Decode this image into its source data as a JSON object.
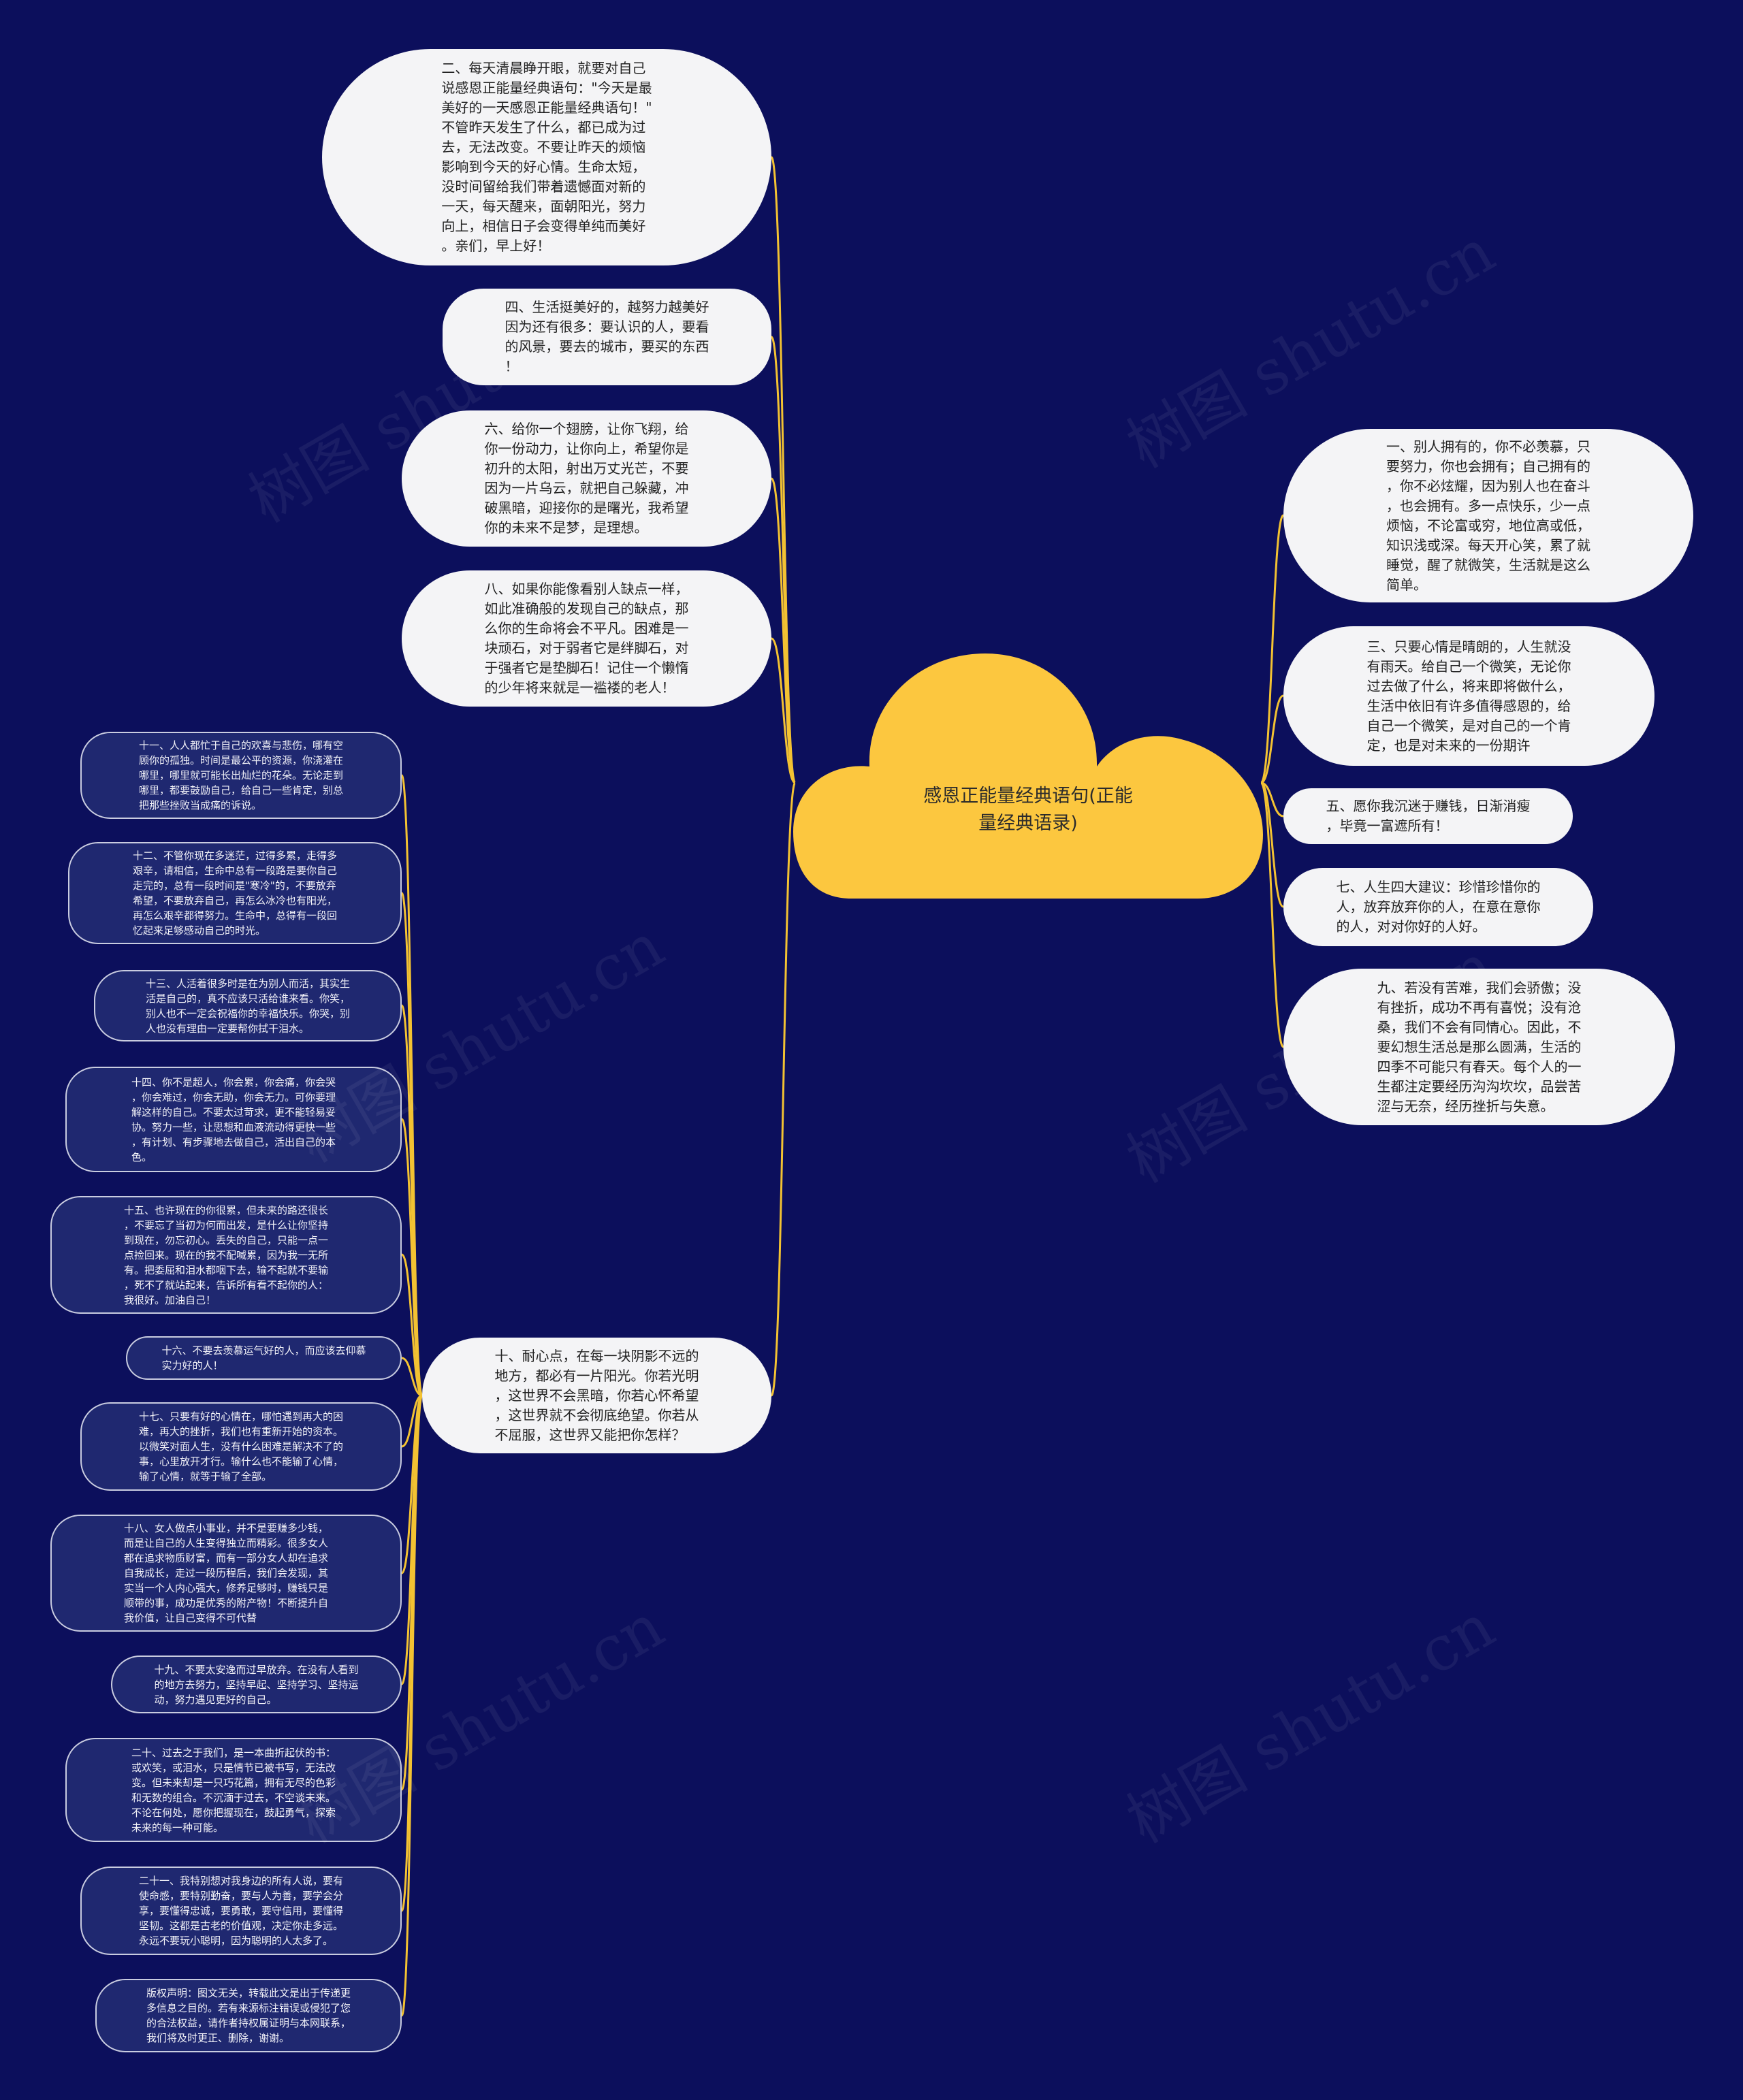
{
  "center": {
    "label": "感恩正能量经典语句(正能\n量经典语录)"
  },
  "left_nodes": [
    {
      "text": "二、每天清晨睁开眼，就要对自己\n说感恩正能量经典语句：\"今天是最\n美好的一天感恩正能量经典语句！\"\n不管昨天发生了什么，都已成为过\n去，无法改变。不要让昨天的烦恼\n影响到今天的好心情。生命太短，\n没时间留给我们带着遗憾面对新的\n一天，每天醒来，面朝阳光，努力\n向上，相信日子会变得单纯而美好\n。亲们，早上好！"
    },
    {
      "text": "四、生活挺美好的，越努力越美好\n因为还有很多：要认识的人，要看\n的风景，要去的城市，要买的东西\n！"
    },
    {
      "text": "六、给你一个翅膀，让你飞翔，给\n你一份动力，让你向上，希望你是\n初升的太阳，射出万丈光芒，不要\n因为一片乌云，就把自己躲藏，冲\n破黑暗，迎接你的是曙光，我希望\n你的未来不是梦，是理想。"
    },
    {
      "text": "八、如果你能像看别人缺点一样，\n如此准确般的发现自己的缺点，那\n么你的生命将会不平凡。困难是一\n块顽石，对于弱者它是绊脚石，对\n于强者它是垫脚石！记住一个懒惰\n的少年将来就是一褴褛的老人！"
    },
    {
      "text": "十、耐心点，在每一块阴影不远的\n地方，都必有一片阳光。你若光明\n，这世界不会黑暗，你若心怀希望\n，这世界就不会彻底绝望。你若从\n不屈服，这世界又能把你怎样？"
    }
  ],
  "right_nodes": [
    {
      "text": "一、别人拥有的，你不必羡慕，只\n要努力，你也会拥有；自己拥有的\n，你不必炫耀，因为别人也在奋斗\n，也会拥有。多一点快乐，少一点\n烦恼，不论富或穷，地位高或低，\n知识浅或深。每天开心笑，累了就\n睡觉，醒了就微笑，生活就是这么\n简单。"
    },
    {
      "text": "三、只要心情是晴朗的，人生就没\n有雨天。给自己一个微笑，无论你\n过去做了什么，将来即将做什么，\n生活中依旧有许多值得感恩的，给\n自己一个微笑，是对自己的一个肯\n定，也是对未来的一份期许"
    },
    {
      "text": "五、愿你我沉迷于赚钱，日渐消瘦\n，毕竟一富遮所有！"
    },
    {
      "text": "七、人生四大建议：珍惜珍惜你的\n人，放弃放弃你的人，在意在意你\n的人，对对你好的人好。"
    },
    {
      "text": "九、若没有苦难，我们会骄傲；没\n有挫折，成功不再有喜悦；没有沧\n桑，我们不会有同情心。因此，不\n要幻想生活总是那么圆满，生活的\n四季不可能只有春天。每个人的一\n生都注定要经历沟沟坎坎，品尝苦\n涩与无奈，经历挫折与失意。"
    }
  ],
  "sub_nodes": [
    {
      "text": "十一、人人都忙于自己的欢喜与悲伤，哪有空\n顾你的孤独。时间是最公平的资源，你浇灌在\n哪里，哪里就可能长出灿烂的花朵。无论走到\n哪里，都要鼓励自己，给自己一些肯定，别总\n把那些挫败当成痛的诉说。"
    },
    {
      "text": "十二、不管你现在多迷茫，过得多累，走得多\n艰辛，请相信，生命中总有一段路是要你自己\n走完的，总有一段时间是\"寒冷\"的，不要放弃\n希望，不要放弃自己，再怎么冰冷也有阳光，\n再怎么艰辛都得努力。生命中，总得有一段回\n忆起来足够感动自己的时光。"
    },
    {
      "text": "十三、人活着很多时是在为别人而活，其实生\n活是自己的，真不应该只活给谁来看。你笑，\n别人也不一定会祝福你的幸福快乐。你哭，别\n人也没有理由一定要帮你拭干泪水。"
    },
    {
      "text": "十四、你不是超人，你会累，你会痛，你会哭\n，你会难过，你会无助，你会无力。可你要理\n解这样的自己。不要太过苛求，更不能轻易妥\n协。努力一些，让思想和血液流动得更快一些\n，有计划、有步骤地去做自己，活出自己的本\n色。"
    },
    {
      "text": "十五、也许现在的你很累，但未来的路还很长\n，不要忘了当初为何而出发，是什么让你坚持\n到现在，勿忘初心。丢失的自己，只能一点一\n点捡回来。现在的我不配喊累，因为我一无所\n有。把委屈和泪水都咽下去，输不起就不要输\n，死不了就站起来，告诉所有看不起你的人：\n我很好。加油自己！"
    },
    {
      "text": "十六、不要去羡慕运气好的人，而应该去仰慕\n实力好的人！"
    },
    {
      "text": "十七、只要有好的心情在，哪怕遇到再大的困\n难，再大的挫折，我们也有重新开始的资本。\n以微笑对面人生，没有什么困难是解决不了的\n事，心里放开才行。输什么也不能输了心情，\n输了心情，就等于输了全部。"
    },
    {
      "text": "十八、女人做点小事业，并不是要赚多少钱，\n而是让自己的人生变得独立而精彩。很多女人\n都在追求物质财富，而有一部分女人却在追求\n自我成长，走过一段历程后，我们会发现，其\n实当一个人内心强大，修养足够时，赚钱只是\n顺带的事，成功是优秀的附产物！不断提升自\n我价值，让自己变得不可代替"
    },
    {
      "text": "十九、不要太安逸而过早放弃。在没有人看到\n的地方去努力，坚持早起、坚持学习、坚持运\n动，努力遇见更好的自己。"
    },
    {
      "text": "二十、过去之于我们，是一本曲折起伏的书：\n或欢笑，或泪水，只是情节已被书写，无法改\n变。但未来却是一只巧花篇，拥有无尽的色彩\n和无数的组合。不沉湎于过去，不空谈未来。\n不论在何处，愿你把握现在，鼓起勇气，探索\n未来的每一种可能。"
    },
    {
      "text": "二十一、我特别想对我身边的所有人说，要有\n使命感，要特别勤奋，要与人为善，要学会分\n享，要懂得忠诚，要勇敢，要守信用，要懂得\n坚韧。这都是古老的价值观，决定你走多远。\n永远不要玩小聪明，因为聪明的人太多了。"
    },
    {
      "text": "版权声明：图文无关，转载此文是出于传递更\n多信息之目的。若有来源标注错误或侵犯了您\n的合法权益，请作者持权属证明与本网联系，\n我们将及时更正、删除，谢谢。"
    }
  ],
  "watermark": "树图 shutu.cn",
  "colors": {
    "background": "#0c0f5c",
    "center": "#fcc73f",
    "link": "#f3c232",
    "node": "#f4f4f6",
    "sub_node": "#1f2870"
  }
}
